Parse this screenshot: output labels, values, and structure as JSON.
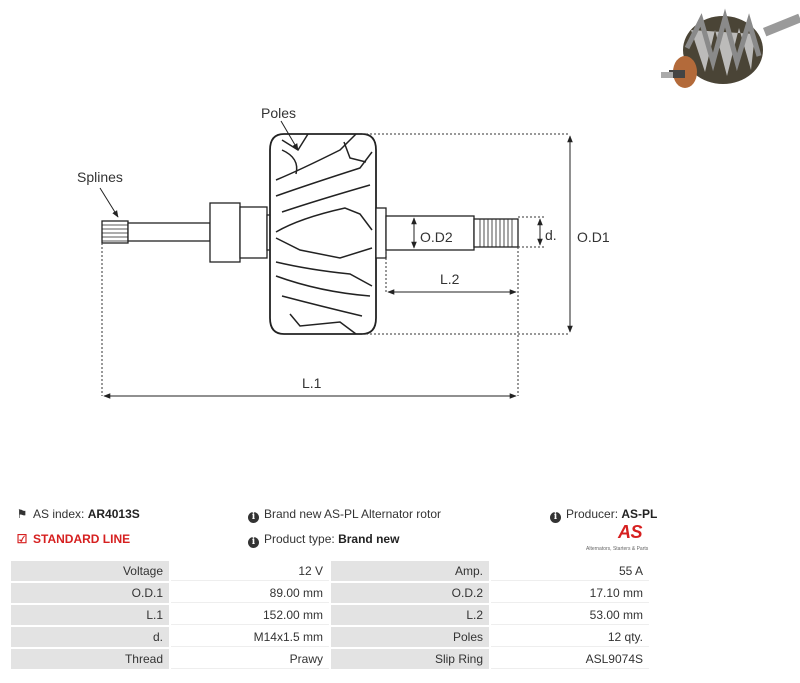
{
  "diagram": {
    "labels": {
      "poles": "Poles",
      "splines": "Splines",
      "od1": "O.D1",
      "od2": "O.D2",
      "d": "d.",
      "l1": "L.1",
      "l2": "L.2"
    }
  },
  "photo": {
    "icon": "alternator-rotor-photo"
  },
  "info": {
    "as_index_label": "AS index:",
    "as_index_value": "AR4013S",
    "description": "Brand new AS-PL Alternator rotor",
    "producer_label": "Producer:",
    "producer_value": "AS-PL",
    "standard_line": "STANDARD LINE",
    "product_type_label": "Product type:",
    "product_type_value": "Brand new",
    "logo_text": "AS",
    "logo_subtext": "Alternators, Starters & Parts"
  },
  "colors": {
    "accent": "#d62020",
    "label_bg": "#e3e3e3"
  },
  "specs": [
    {
      "l1": "Voltage",
      "v1": "12 V",
      "l2": "Amp.",
      "v2": "55 A"
    },
    {
      "l1": "O.D.1",
      "v1": "89.00  mm",
      "l2": "O.D.2",
      "v2": "17.10 mm"
    },
    {
      "l1": "L.1",
      "v1": "152.00  mm",
      "l2": "L.2",
      "v2": "53.00 mm"
    },
    {
      "l1": "d.",
      "v1": "M14x1.5 mm",
      "l2": "Poles",
      "v2": "12 qty."
    },
    {
      "l1": "Thread",
      "v1": "Prawy",
      "l2": "Slip Ring",
      "v2": "ASL9074S"
    }
  ]
}
